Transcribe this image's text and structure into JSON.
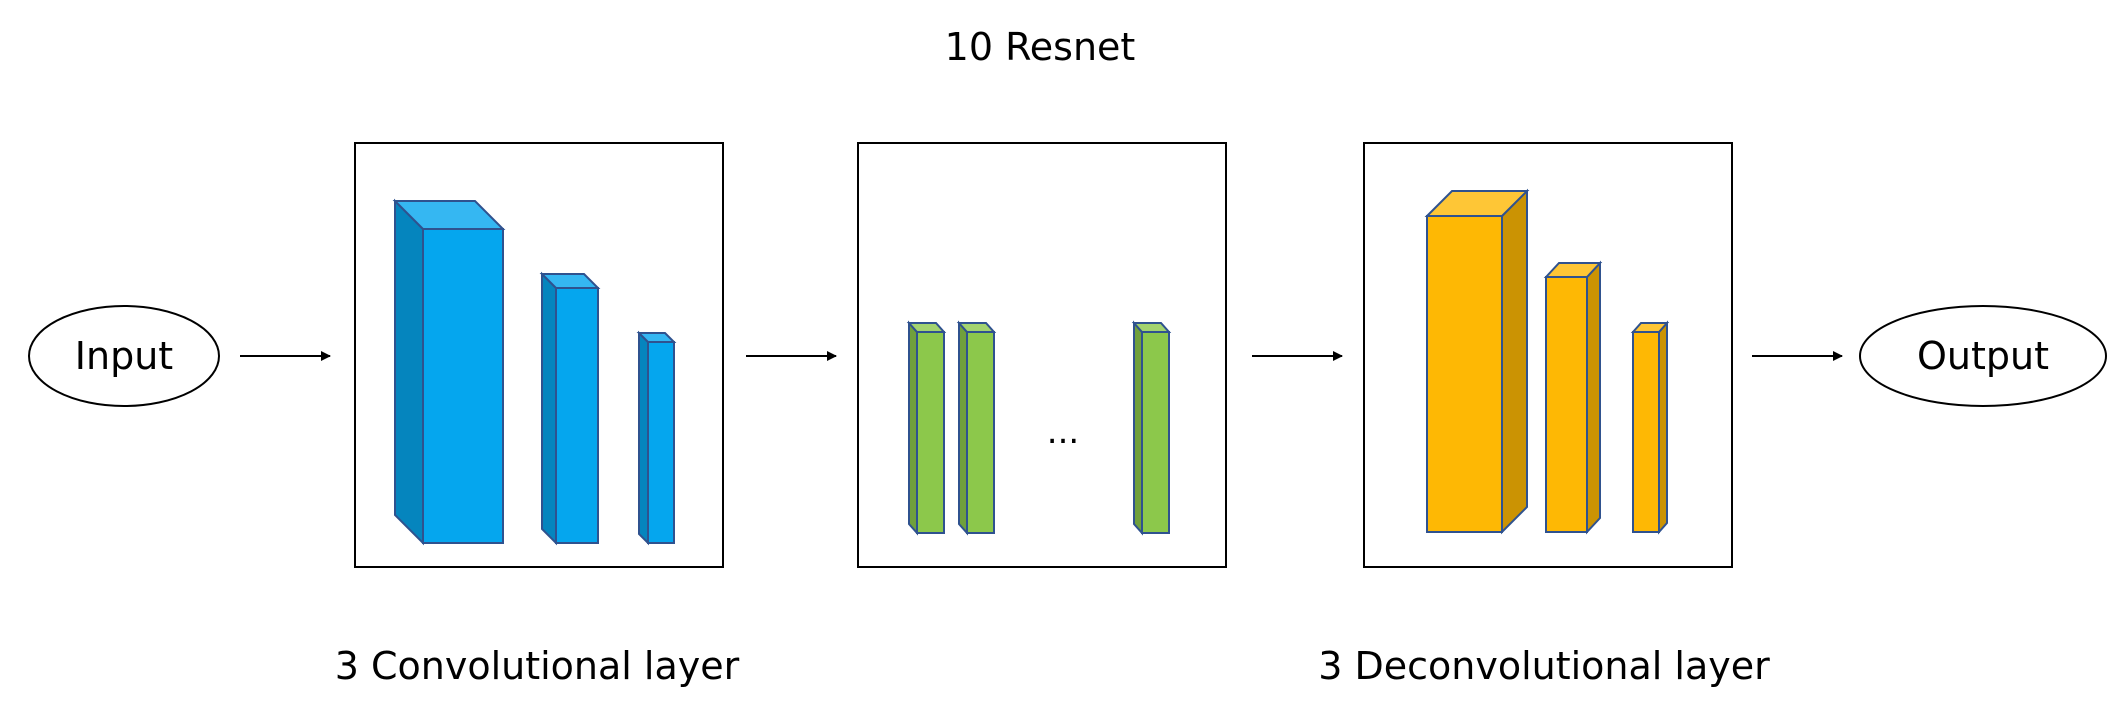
{
  "diagram": {
    "top_label": "10 Resnet",
    "input_label": "Input",
    "output_label": "Output",
    "ellipsis": "...",
    "bottom_left_label": "3 Convolutional layer",
    "bottom_right_label": "3 Deconvolutional layer"
  },
  "colors": {
    "conv_front": "#05A6EE",
    "conv_side": "#0585BE",
    "conv_top": "#35B7F2",
    "resnet_front": "#8CC84B",
    "resnet_side": "#70A03C",
    "resnet_top": "#A3D36F",
    "deconv_front": "#FEB804",
    "deconv_side": "#CB9303",
    "deconv_top": "#FEC636",
    "edge": "#2F528F",
    "outline": "#000000"
  }
}
